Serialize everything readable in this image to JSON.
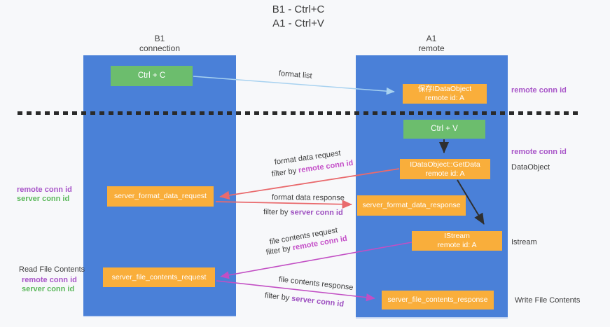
{
  "title": {
    "line1": "B1 - Ctrl+C",
    "line2": "A1 - Ctrl+V"
  },
  "lanes": {
    "left": {
      "name": "B1",
      "role": "connection"
    },
    "right": {
      "name": "A1",
      "role": "remote"
    }
  },
  "nodes": {
    "ctrl_c": {
      "label": "Ctrl + C"
    },
    "ctrl_v": {
      "label": "Ctrl + V"
    },
    "save_dataobject": {
      "line1": "保存IDataObject",
      "line2": "remote id: A"
    },
    "getdata": {
      "line1": "IDataObject::GetData",
      "line2": "remote id: A"
    },
    "istream": {
      "line1": "IStream",
      "line2": "remote id: A"
    },
    "format_request": {
      "label": "server_format_data_request"
    },
    "format_response": {
      "label": "server_format_data_response"
    },
    "file_request": {
      "label": "server_file_contents_request"
    },
    "file_response": {
      "label": "server_file_contents_response"
    }
  },
  "edges": {
    "format_list": "format list",
    "format_data_request": "format data request",
    "format_data_response": "format data response",
    "file_contents_request": "file contents request",
    "file_contents_response": "file contents response",
    "filter_by": "filter by ",
    "remote_conn_id": "remote conn id",
    "server_conn_id": "server conn id"
  },
  "annotations": {
    "remote_conn_id": "remote conn id",
    "server_conn_id": "server conn id",
    "dataobject": "DataObject",
    "istream": "Istream",
    "read_file_contents": "Read File Contents",
    "write_file_contents": "Write File Contents"
  },
  "colors": {
    "lane_blue": "#4a80d8",
    "node_green": "#6cbd6d",
    "node_orange": "#f9ae3b",
    "arrow_red": "#e96a6d",
    "arrow_magenta": "#c24fc4",
    "arrow_lightblue": "#a8d2f0",
    "arrow_black": "#2f2f2f",
    "annotation_purple": "#a855c8",
    "annotation_green": "#5cb85c"
  }
}
